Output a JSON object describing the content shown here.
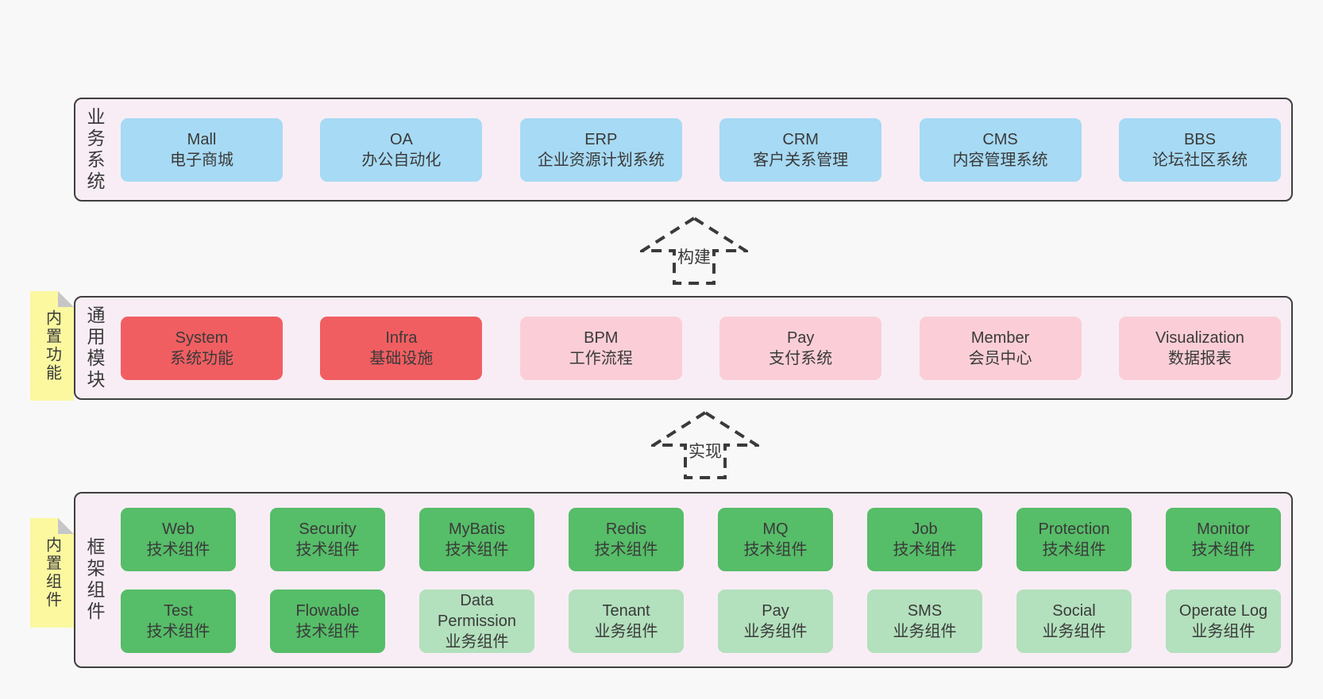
{
  "colors": {
    "page_bg": "#f8f8f8",
    "layer_bg": "#f8edf5",
    "border": "#3f3f3f",
    "text": "#3a3a3a",
    "blue": "#a7daf4",
    "red": "#f15e61",
    "pink": "#fbced7",
    "green": "#56bd68",
    "light_green": "#b3e0bd",
    "sticky": "#fbf8a0",
    "fold": "#c6c6c6"
  },
  "arrows": [
    {
      "label": "构建"
    },
    {
      "label": "实现"
    }
  ],
  "layers": [
    {
      "label": "业务系统",
      "boxes": [
        {
          "name": "Mall",
          "subtitle": "电子商城",
          "variant": "blue"
        },
        {
          "name": "OA",
          "subtitle": "办公自动化",
          "variant": "blue"
        },
        {
          "name": "ERP",
          "subtitle": "企业资源计划系统",
          "variant": "blue"
        },
        {
          "name": "CRM",
          "subtitle": "客户关系管理",
          "variant": "blue"
        },
        {
          "name": "CMS",
          "subtitle": "内容管理系统",
          "variant": "blue"
        },
        {
          "name": "BBS",
          "subtitle": "论坛社区系统",
          "variant": "blue"
        }
      ]
    },
    {
      "label": "通用模块",
      "note": "内置功能",
      "boxes": [
        {
          "name": "System",
          "subtitle": "系统功能",
          "variant": "red"
        },
        {
          "name": "Infra",
          "subtitle": "基础设施",
          "variant": "red"
        },
        {
          "name": "BPM",
          "subtitle": "工作流程",
          "variant": "pink"
        },
        {
          "name": "Pay",
          "subtitle": "支付系统",
          "variant": "pink"
        },
        {
          "name": "Member",
          "subtitle": "会员中心",
          "variant": "pink"
        },
        {
          "name": "Visualization",
          "subtitle": "数据报表",
          "variant": "pink"
        }
      ]
    },
    {
      "label": "框架组件",
      "note": "内置组件",
      "rows": [
        [
          {
            "name": "Web",
            "subtitle": "技术组件",
            "variant": "green"
          },
          {
            "name": "Security",
            "subtitle": "技术组件",
            "variant": "green"
          },
          {
            "name": "MyBatis",
            "subtitle": "技术组件",
            "variant": "green"
          },
          {
            "name": "Redis",
            "subtitle": "技术组件",
            "variant": "green"
          },
          {
            "name": "MQ",
            "subtitle": "技术组件",
            "variant": "green"
          },
          {
            "name": "Job",
            "subtitle": "技术组件",
            "variant": "green"
          },
          {
            "name": "Protection",
            "subtitle": "技术组件",
            "variant": "green"
          },
          {
            "name": "Monitor",
            "subtitle": "技术组件",
            "variant": "green"
          }
        ],
        [
          {
            "name": "Test",
            "subtitle": "技术组件",
            "variant": "green"
          },
          {
            "name": "Flowable",
            "subtitle": "技术组件",
            "variant": "green"
          },
          {
            "name": "Data Permission",
            "subtitle": "业务组件",
            "variant": "light_green"
          },
          {
            "name": "Tenant",
            "subtitle": "业务组件",
            "variant": "light_green"
          },
          {
            "name": "Pay",
            "subtitle": "业务组件",
            "variant": "light_green"
          },
          {
            "name": "SMS",
            "subtitle": "业务组件",
            "variant": "light_green"
          },
          {
            "name": "Social",
            "subtitle": "业务组件",
            "variant": "light_green"
          },
          {
            "name": "Operate Log",
            "subtitle": "业务组件",
            "variant": "light_green"
          }
        ]
      ]
    }
  ]
}
